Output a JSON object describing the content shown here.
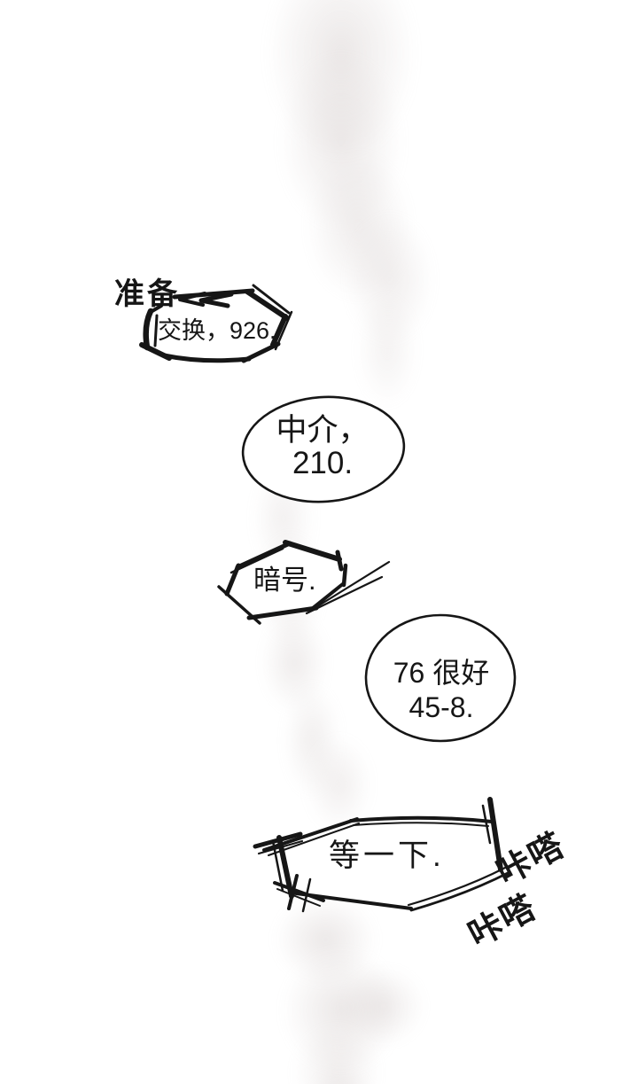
{
  "page": {
    "background": "#ffffff",
    "ink_color": "#161616",
    "smoke_color": "#eae5e4",
    "kind": "comic-page"
  },
  "bubbles": {
    "b1": {
      "style": "hand-drawn-scratchy",
      "label_outside": "准备",
      "text": "交换，926."
    },
    "b2": {
      "style": "oval",
      "line1": "中介，",
      "line2": "210."
    },
    "b3": {
      "style": "hand-drawn-scratchy",
      "text": "暗号."
    },
    "b4": {
      "style": "oval",
      "line1": "76 很好",
      "line2": "45-8."
    },
    "b5": {
      "style": "hand-drawn-scratchy",
      "text": "等一下."
    }
  },
  "sfx": [
    {
      "text": "咔嗒"
    },
    {
      "text": "咔嗒"
    }
  ]
}
